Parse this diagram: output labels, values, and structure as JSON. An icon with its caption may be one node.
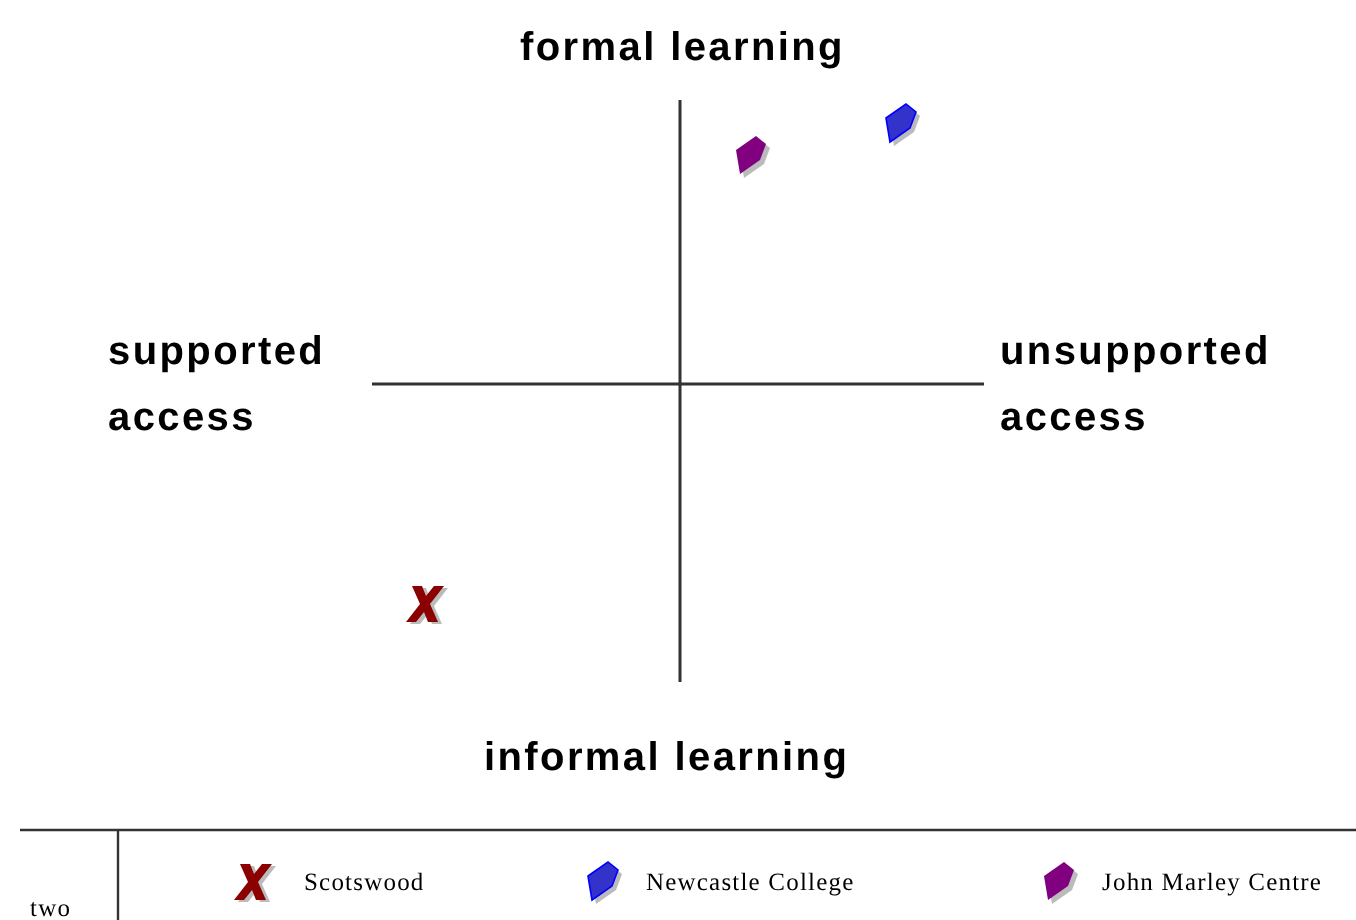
{
  "diagram": {
    "labels": [
      "formal learning",
      "supported access",
      "unsupported access",
      "informal learning",
      "two"
    ],
    "legend": [
      {
        "text": "Scotswood"
      },
      {
        "text": "Newcastle College"
      },
      {
        "text": "John Marley Centre"
      }
    ]
  }
}
